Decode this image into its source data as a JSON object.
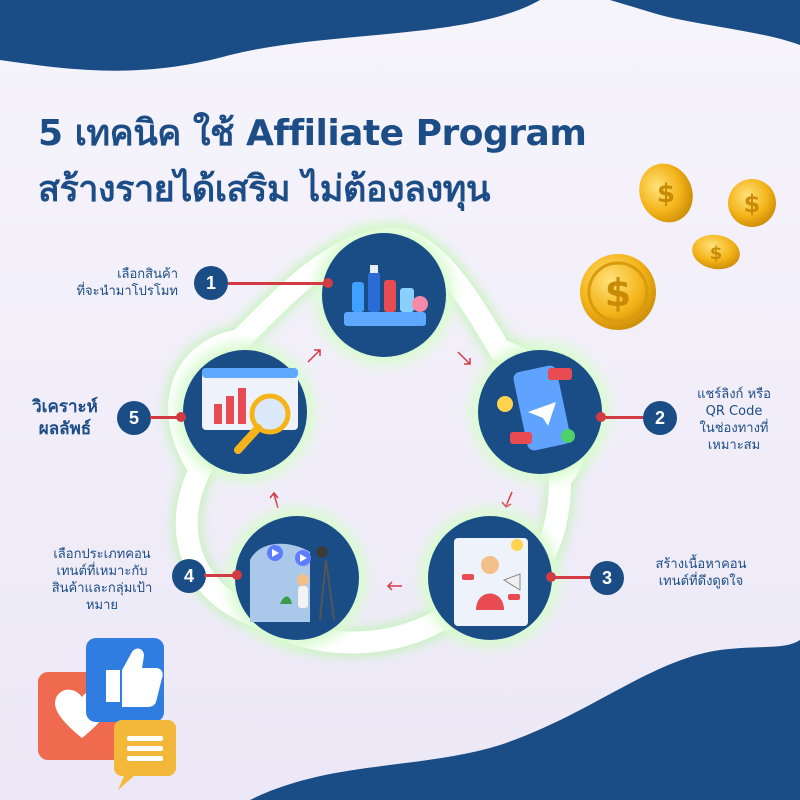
{
  "title": {
    "line1": "5 เทคนิค ใช้ Affiliate Program",
    "line2": "สร้างรายได้เสริม ไม่ต้องลงทุน"
  },
  "steps": [
    {
      "num": "1",
      "text": "เลือกสินค้า\nที่จะนำมาโปรโมท"
    },
    {
      "num": "2",
      "text": "แชร์ลิงก์ หรือ\nQR Code\nในช่องทางที่\nเหมาะสม"
    },
    {
      "num": "3",
      "text": "สร้างเนื้อหาคอน\nเทนต์ที่ดึงดูดใจ"
    },
    {
      "num": "4",
      "text": "เลือกประเภทคอน\nเทนต์ที่เหมาะกับ\nสินค้าและกลุ่มเป้า\nหมาย"
    },
    {
      "num": "5",
      "text": "วิเคราะห์\nผลลัพธ์"
    }
  ],
  "colors": {
    "navy": "#1a4d85",
    "accent_red": "#d23a44",
    "glow_green": "#b8f5a8",
    "gold": "#f4b41a"
  },
  "icons": [
    "cosmetics-icon",
    "phone-share-icon",
    "content-creator-icon",
    "video-recording-icon",
    "analytics-chart-icon",
    "coin-icon",
    "like-icon",
    "heart-icon",
    "chat-icon"
  ]
}
